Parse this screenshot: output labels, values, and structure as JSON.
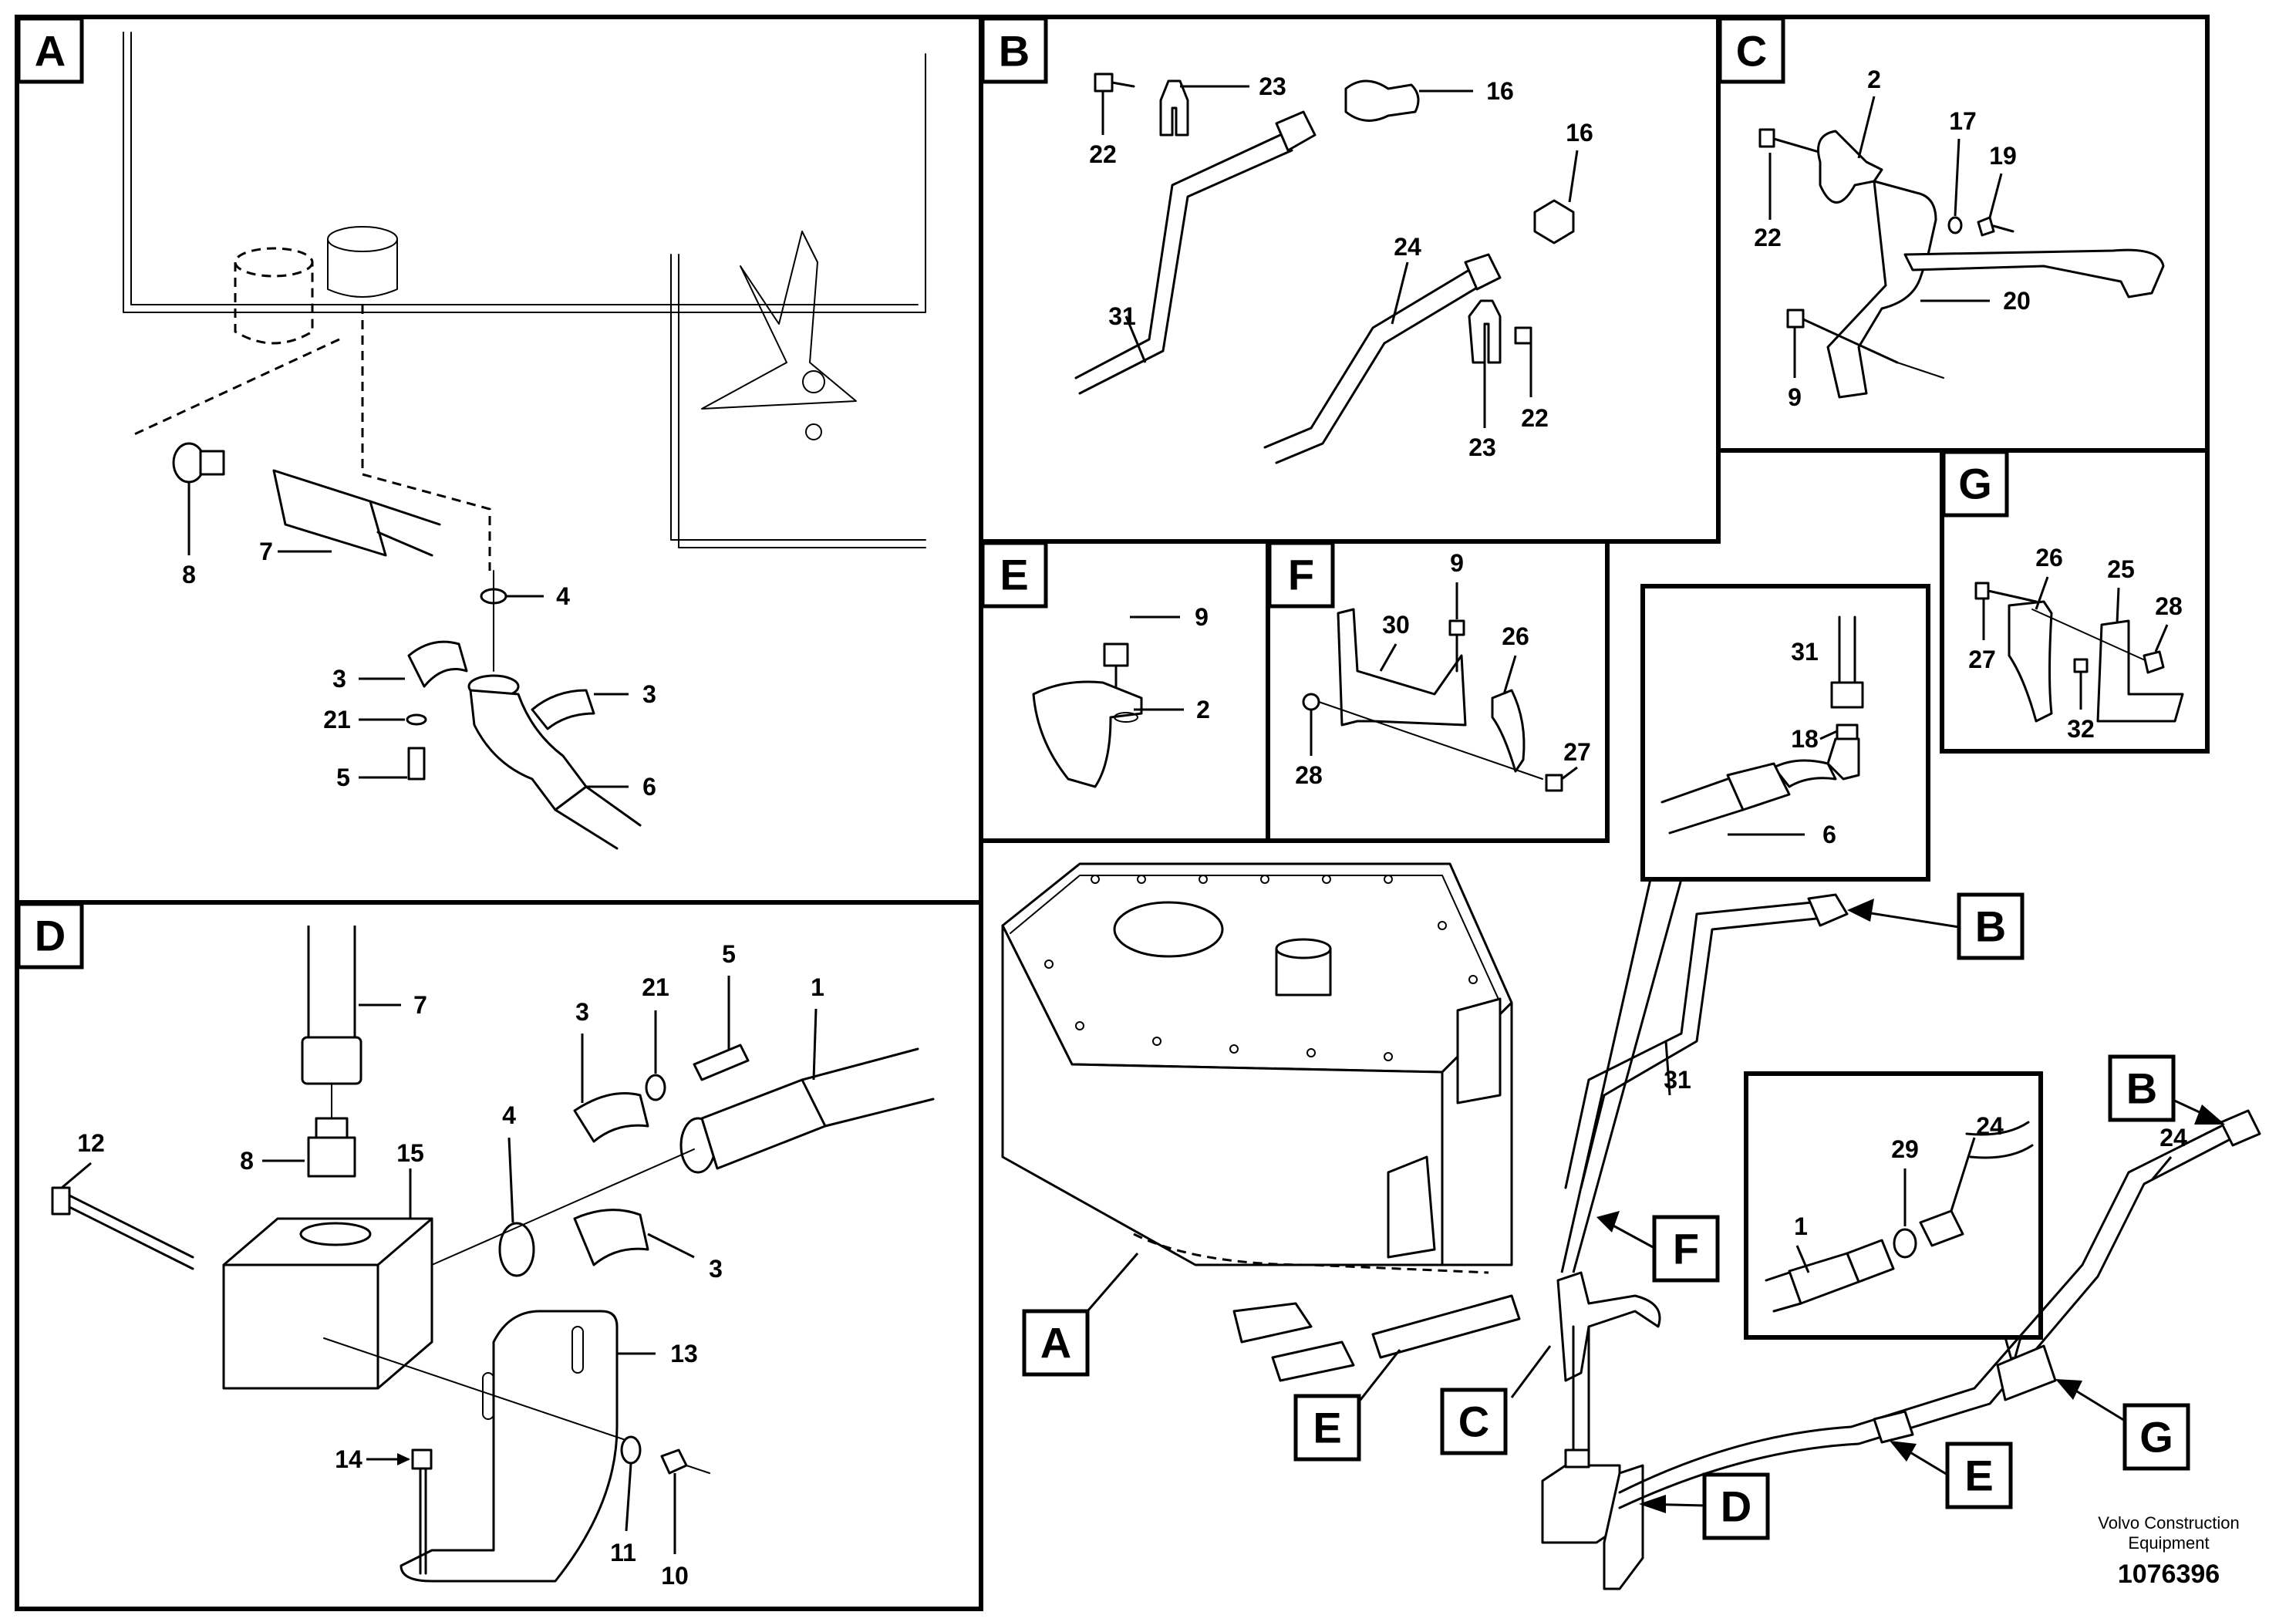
{
  "diagram": {
    "sections": {
      "A": "A",
      "B": "B",
      "C": "C",
      "D": "D",
      "E": "E",
      "F": "F",
      "G": "G"
    },
    "overview_callouts": {
      "A": "A",
      "B_top": "B",
      "B_right": "B",
      "C": "C",
      "D": "D",
      "E_left": "E",
      "E_right": "E",
      "F": "F",
      "G": "G"
    },
    "labels": {
      "A": [
        "8",
        "7",
        "4",
        "3",
        "21",
        "5",
        "3",
        "6"
      ],
      "B": [
        "22",
        "23",
        "16",
        "16",
        "31",
        "24",
        "22",
        "23"
      ],
      "C": [
        "2",
        "17",
        "19",
        "22",
        "20",
        "9"
      ],
      "D": [
        "7",
        "3",
        "21",
        "5",
        "1",
        "8",
        "15",
        "4",
        "12",
        "3",
        "13",
        "14",
        "11",
        "10"
      ],
      "E": [
        "9",
        "2"
      ],
      "F": [
        "9",
        "30",
        "26",
        "28",
        "27"
      ],
      "G": [
        "26",
        "25",
        "28",
        "27",
        "32"
      ],
      "detail_upper": [
        "31",
        "18",
        "6"
      ],
      "detail_lower": [
        "29",
        "24",
        "1"
      ],
      "overview": [
        "31",
        "24"
      ]
    },
    "footer": {
      "brand_line1": "Volvo Construction",
      "brand_line2": "Equipment",
      "doc_number": "1076396"
    }
  }
}
